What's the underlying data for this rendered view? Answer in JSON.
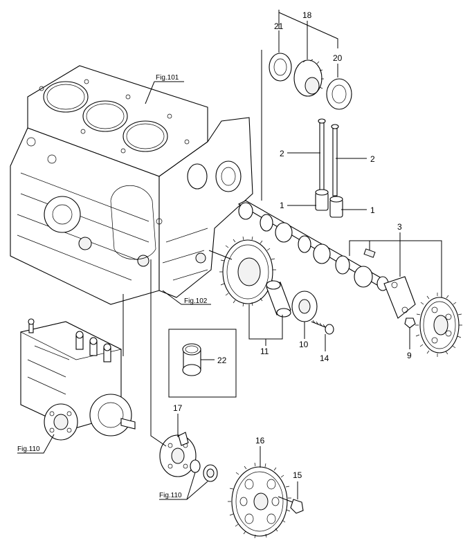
{
  "figure_refs": {
    "fig101": "Fig.101",
    "fig102": "Fig.102",
    "fig110_pump": "Fig.110",
    "fig110_gear": "Fig.110"
  },
  "callouts": {
    "n18": "18",
    "n21": "21",
    "n20": "20",
    "n2a": "2",
    "n2b": "2",
    "n1a": "1",
    "n1b": "1",
    "n3": "3",
    "n11": "11",
    "n10": "10",
    "n14": "14",
    "n9": "9",
    "n22": "22",
    "n17": "17",
    "n16": "16",
    "n15": "15"
  },
  "icons": {
    "cylinder_block": "cylinder-block-icon",
    "fuel_injection_pump": "fuel-injection-pump-icon",
    "camshaft": "camshaft-icon"
  }
}
